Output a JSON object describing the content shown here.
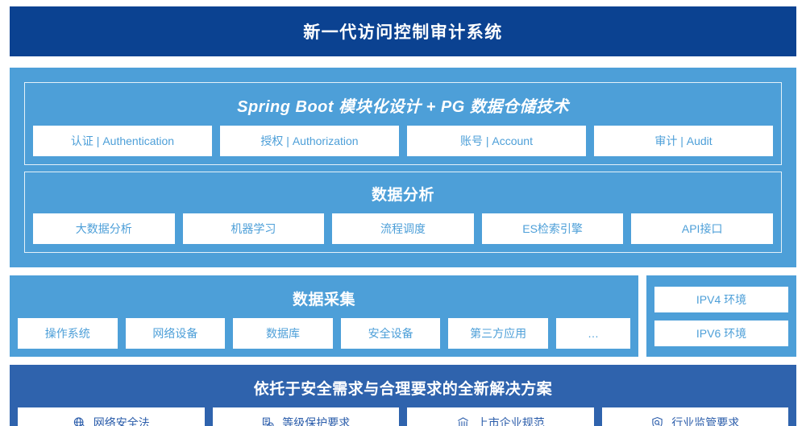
{
  "header": {
    "title": "新一代访问控制审计系统",
    "bg_color": "#0b4291"
  },
  "architecture": {
    "panel_color": "#4d9fd8",
    "platform": {
      "title": "Spring Boot 模块化设计 + PG 数据仓储技术",
      "modules": [
        {
          "label": "认证 | Authentication"
        },
        {
          "label": "授权 | Authorization"
        },
        {
          "label": "账号 | Account"
        },
        {
          "label": "审计 | Audit"
        }
      ]
    },
    "analysis": {
      "title": "数据分析",
      "modules": [
        {
          "label": "大数据分析"
        },
        {
          "label": "机器学习"
        },
        {
          "label": "流程调度"
        },
        {
          "label": "ES检索引擎"
        },
        {
          "label": "API接口"
        }
      ]
    }
  },
  "collection": {
    "title": "数据采集",
    "sources": [
      {
        "label": "操作系统"
      },
      {
        "label": "网络设备"
      },
      {
        "label": "数据库"
      },
      {
        "label": "安全设备"
      },
      {
        "label": "第三方应用"
      },
      {
        "label": "…"
      }
    ],
    "environments": [
      {
        "label": "IPV4 环境"
      },
      {
        "label": "IPV6 环境"
      }
    ]
  },
  "solution": {
    "title": "依托于安全需求与合理要求的全新解决方案",
    "band_color": "#2f63ad",
    "text_color": "#2a5caa",
    "items": [
      {
        "label": "网络安全法",
        "icon": "globe-icon"
      },
      {
        "label": "等级保护要求",
        "icon": "document-check-icon"
      },
      {
        "label": "上市企业规范",
        "icon": "bank-icon"
      },
      {
        "label": "行业监管要求",
        "icon": "shield-search-icon"
      }
    ]
  }
}
